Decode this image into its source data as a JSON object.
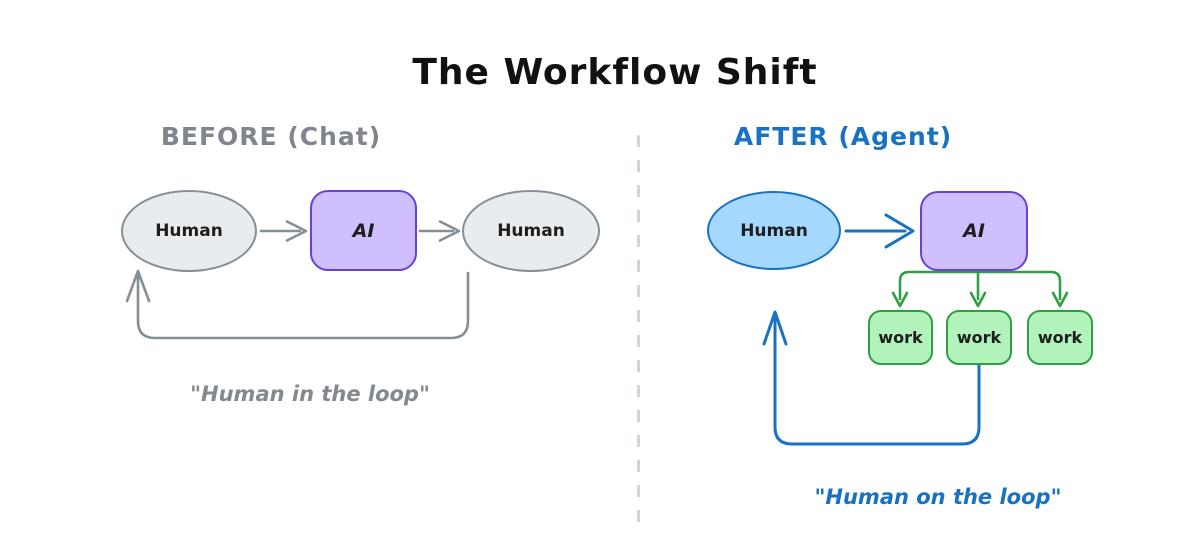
{
  "title": "The Workflow Shift",
  "before": {
    "heading": "BEFORE (Chat)",
    "nodes": {
      "human_input": "Human",
      "ai": "AI",
      "human_output": "Human"
    },
    "caption": "\"Human in the loop\""
  },
  "after": {
    "heading": "AFTER (Agent)",
    "nodes": {
      "human": "Human",
      "ai": "AI",
      "work1": "work",
      "work2": "work",
      "work3": "work"
    },
    "caption": "\"Human on the loop\""
  },
  "icons": {
    "divider": "dashed-vertical-divider",
    "before_arrows": "gray-open-arrowheads",
    "after_arrows": "blue-and-green-open-arrowheads"
  },
  "colors": {
    "background": "#ffffff",
    "ink": "#1e1e1e",
    "gray_stroke": "#868e96",
    "gray_fill": "#e9ecef",
    "violet_stroke": "#6741d9",
    "violet_fill": "#d0bfff",
    "blue_stroke": "#1971c2",
    "blue_fill": "#a5d8ff",
    "green_stroke": "#2f9e44",
    "green_fill": "#b2f2bb",
    "divider": "#ced4da",
    "muted_text": "#82898f"
  }
}
